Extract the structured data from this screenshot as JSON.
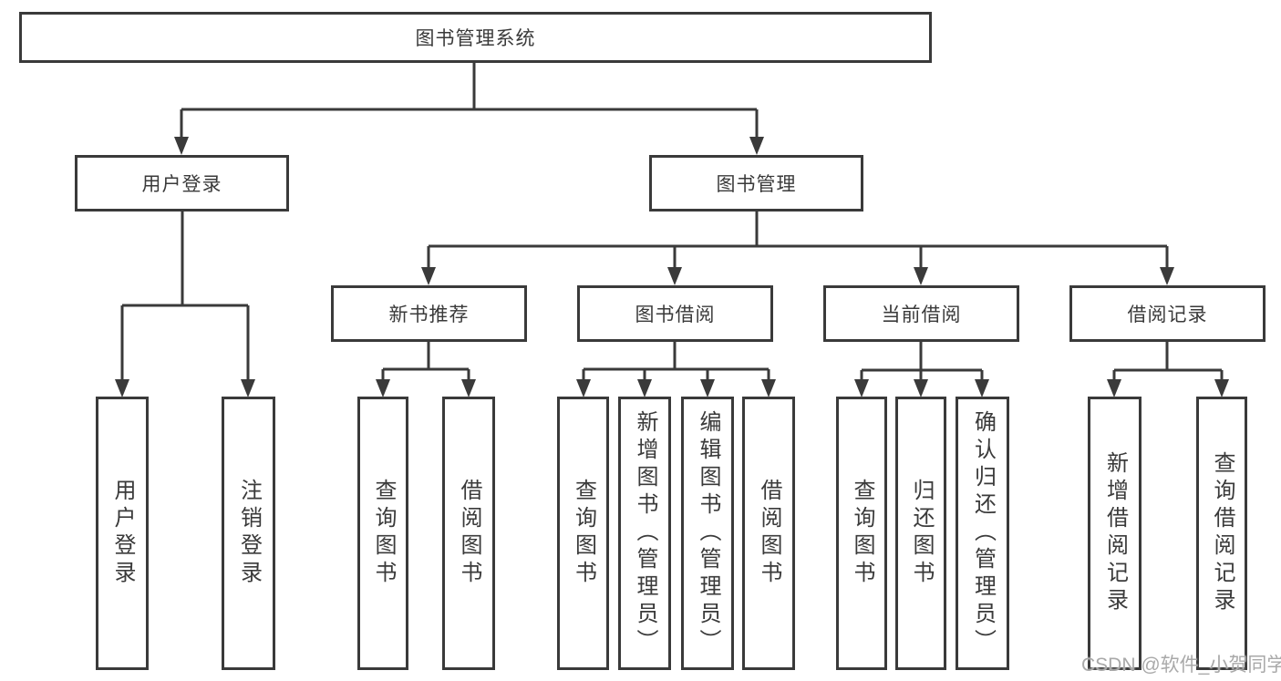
{
  "colors": {
    "line": "#3a3a3a",
    "text": "#3a3a3a",
    "watermark": "#a9a9a9",
    "background": "#ffffff"
  },
  "diagram": {
    "root": {
      "label": "图书管理系统"
    },
    "level2": [
      {
        "label": "用户登录"
      },
      {
        "label": "图书管理"
      }
    ],
    "level3": [
      {
        "label": "新书推荐",
        "parent": "图书管理"
      },
      {
        "label": "图书借阅",
        "parent": "图书管理"
      },
      {
        "label": "当前借阅",
        "parent": "图书管理"
      },
      {
        "label": "借阅记录",
        "parent": "图书管理"
      }
    ],
    "leaves": [
      {
        "label": "用户登录",
        "parent": "用户登录"
      },
      {
        "label": "注销登录",
        "parent": "用户登录"
      },
      {
        "label": "查询图书",
        "parent": "新书推荐"
      },
      {
        "label": "借阅图书",
        "parent": "新书推荐"
      },
      {
        "label": "查询图书",
        "parent": "图书借阅"
      },
      {
        "label": "新增图书（管理员）",
        "parent": "图书借阅"
      },
      {
        "label": "编辑图书（管理员）",
        "parent": "图书借阅"
      },
      {
        "label": "借阅图书",
        "parent": "图书借阅"
      },
      {
        "label": "查询图书",
        "parent": "当前借阅"
      },
      {
        "label": "归还图书",
        "parent": "当前借阅"
      },
      {
        "label": "确认归还（管理员）",
        "parent": "当前借阅"
      },
      {
        "label": "新增借阅记录",
        "parent": "借阅记录"
      },
      {
        "label": "查询借阅记录",
        "parent": "借阅记录"
      }
    ]
  },
  "watermark": {
    "text": "CSDN @软件_小贺同学"
  }
}
